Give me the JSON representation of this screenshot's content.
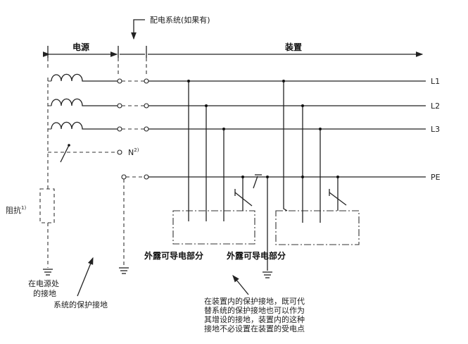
{
  "labels": {
    "distribution": "配电系统(如果有)",
    "source": "电源",
    "installation": "装置",
    "L1": "L1",
    "L2": "L2",
    "L3": "L3",
    "N": "N",
    "N_note": "2)",
    "PE": "PE",
    "impedance": "阻抗",
    "impedance_note": "1)",
    "exposed_part_1": "外露可导电部分",
    "exposed_part_2": "外露可导电部分",
    "source_earth": [
      "在电源处",
      "的接地"
    ],
    "system_earth": "系统的保护接地",
    "install_earth_note": [
      "在装置内的保护接地，既可代",
      "替系统的保护接地也可以作为",
      "其增设的接地，装置内的这种",
      "接地不必设置在装置的受电点"
    ]
  }
}
